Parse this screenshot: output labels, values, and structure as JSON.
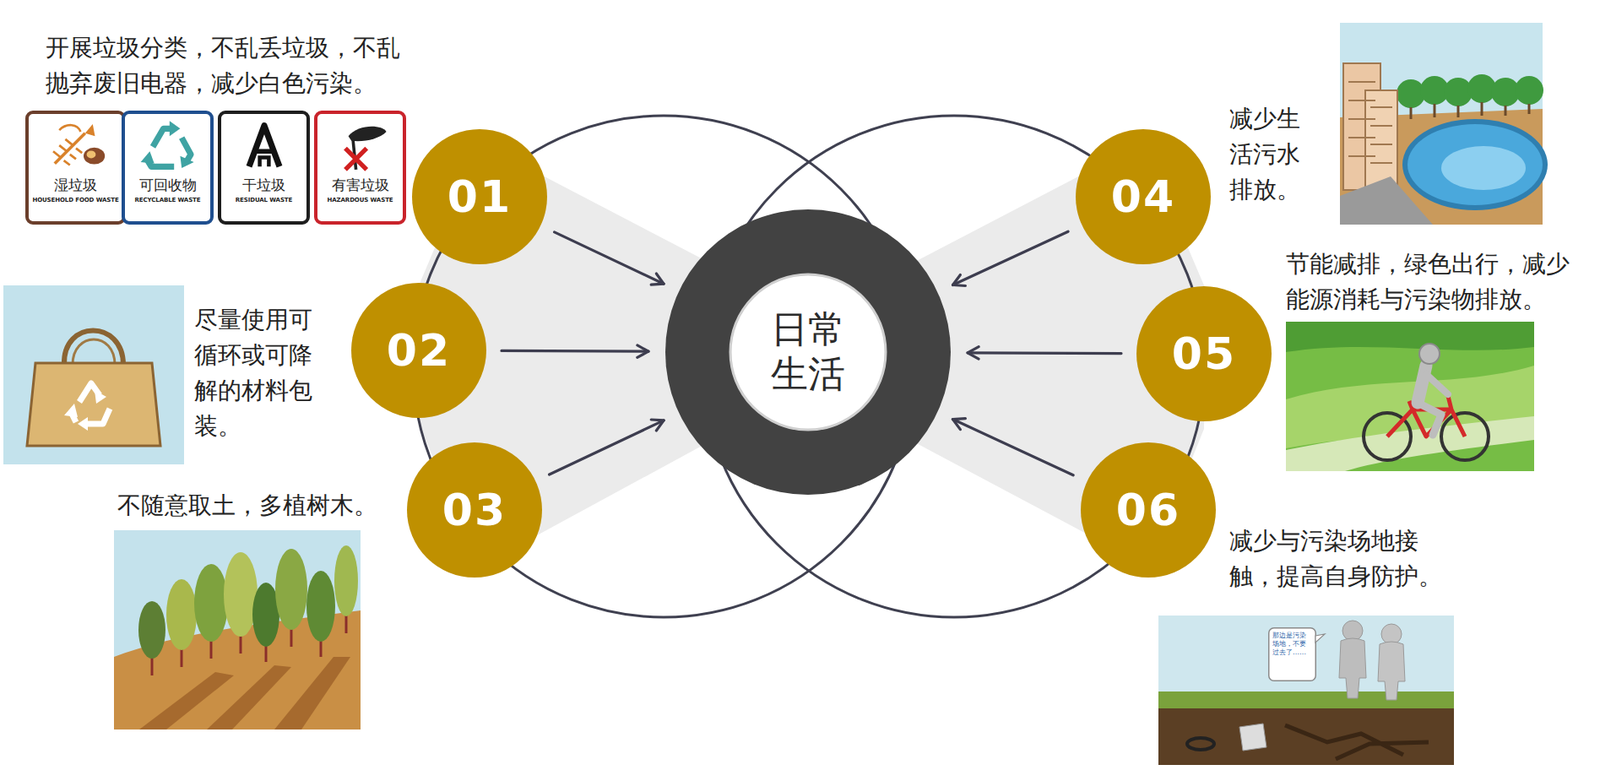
{
  "diagram": {
    "nodes": [
      {
        "text": [
          "湿垃圾",
          "HOUSEHOLD FOOD WASTE"
        ]
      },
      {
        "text": [
          "可回收物",
          "RECYCLABLE WASTE"
        ]
      },
      {
        "text": [
          "干垃圾",
          "RESIDUAL WASTE"
        ]
      },
      {
        "text": [
          "有害垃圾",
          "HAZARDOUS WASTE"
        ]
      },
      {
        "text": [
          "01"
        ]
      },
      {
        "text": [
          "02"
        ]
      },
      {
        "text": [
          "03"
        ]
      },
      {
        "text": [
          "日常 生活"
        ]
      },
      {
        "text": [
          "04"
        ]
      },
      {
        "text": [
          "05"
        ]
      },
      {
        "text": [
          "06"
        ]
      },
      {
        "text": [
          "那边是污染场地，不要过去了……"
        ]
      }
    ],
    "edges": [
      {
        "from": 4,
        "to": 7,
        "arrow": "to"
      },
      {
        "from": 5,
        "to": 7,
        "arrow": "to"
      },
      {
        "from": 6,
        "to": 7,
        "arrow": "to"
      },
      {
        "from": 8,
        "to": 7,
        "arrow": "to"
      },
      {
        "from": 9,
        "to": 7,
        "arrow": "to"
      },
      {
        "from": 10,
        "to": 7,
        "arrow": "to"
      }
    ],
    "labels": [
      "开展垃圾分类，不乱丢垃圾，不乱抛弃废旧电器，减少白色污染。",
      "尽量使用可循环或可降解的材料包装。",
      "不随意取土，多植树木。",
      "减少生活污水排放。",
      "节能减排，绿色出行，减少能源消耗与污染物排放。",
      "减少与污染场地接触，提高自身防护。"
    ]
  }
}
